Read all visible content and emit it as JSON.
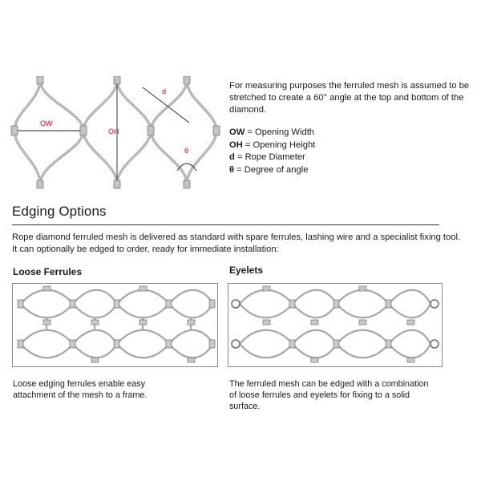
{
  "diagram": {
    "ow_label": "OW",
    "oh_label": "OH",
    "d_label": "d",
    "theta_label": "θ",
    "accent_color": "#d0021b",
    "rope_color": "#9b9b9b",
    "ferrule_color": "#b5b5b5"
  },
  "measuring_note": "For measuring purposes the ferruled mesh is assumed to be stretched to create a 60° angle at the top and bottom of the diamond.",
  "definitions": [
    {
      "term": "OW",
      "desc": " = Opening Width"
    },
    {
      "term": "OH",
      "desc": " = Opening Height"
    },
    {
      "term": "d",
      "desc": " = Rope Diameter"
    },
    {
      "term": "θ",
      "desc": " = Degree of angle"
    }
  ],
  "section_title": "Edging Options",
  "intro_text": "Rope diamond ferruled mesh is delivered as standard with spare ferrules, lashing wire and a specialist fixing tool. It can optionally be edged to order, ready for immediate installation:",
  "options": [
    {
      "title": "Loose Ferrules",
      "caption": "Loose edging ferrules enable easy attachment of the mesh to a frame."
    },
    {
      "title": "Eyelets",
      "caption": "The ferruled mesh can be edged with a combination of loose ferrules and eyelets for fixing to a solid surface."
    }
  ]
}
